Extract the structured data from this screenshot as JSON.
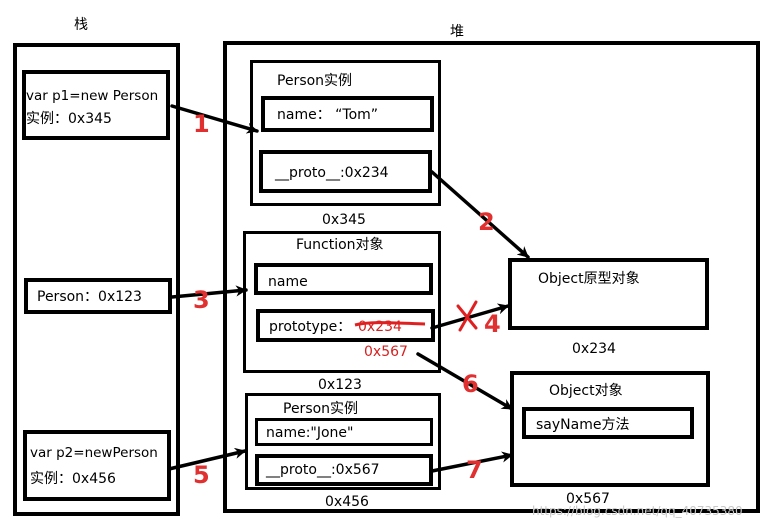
{
  "titles": {
    "stack": "栈",
    "heap": "堆"
  },
  "stack": {
    "p1_line1": "var p1=new Person",
    "p1_line2": "实例：0x345",
    "person": "Person：0x123",
    "p2_line1": "var p2=newPerson",
    "p2_line2": "实例：0x456"
  },
  "heap": {
    "person1": {
      "title": "Person实例",
      "name": "name：  “Tom”",
      "proto": "__proto__:0x234",
      "addr": "0x345"
    },
    "function": {
      "title": "Function对象",
      "name": "name",
      "prototype_label": "prototype：",
      "prototype_old": "0x234",
      "prototype_new": "0x567",
      "addr": "0x123"
    },
    "object_proto": {
      "title": "Object原型对象",
      "addr": "0x234"
    },
    "person2": {
      "title": "Person实例",
      "name": "name:\"Jone\"",
      "proto": "__proto__:0x567",
      "addr": "0x456"
    },
    "object": {
      "title": "Object对象",
      "method": "sayName方法",
      "addr": "0x567"
    }
  },
  "steps": [
    "1",
    "2",
    "3",
    "4",
    "5",
    "6",
    "7"
  ],
  "watermark": "https://blog.csdn.net/qq_40735380",
  "colors": {
    "step_number": "#e03030",
    "strike": "#e02020",
    "new_address": "#d62020"
  }
}
